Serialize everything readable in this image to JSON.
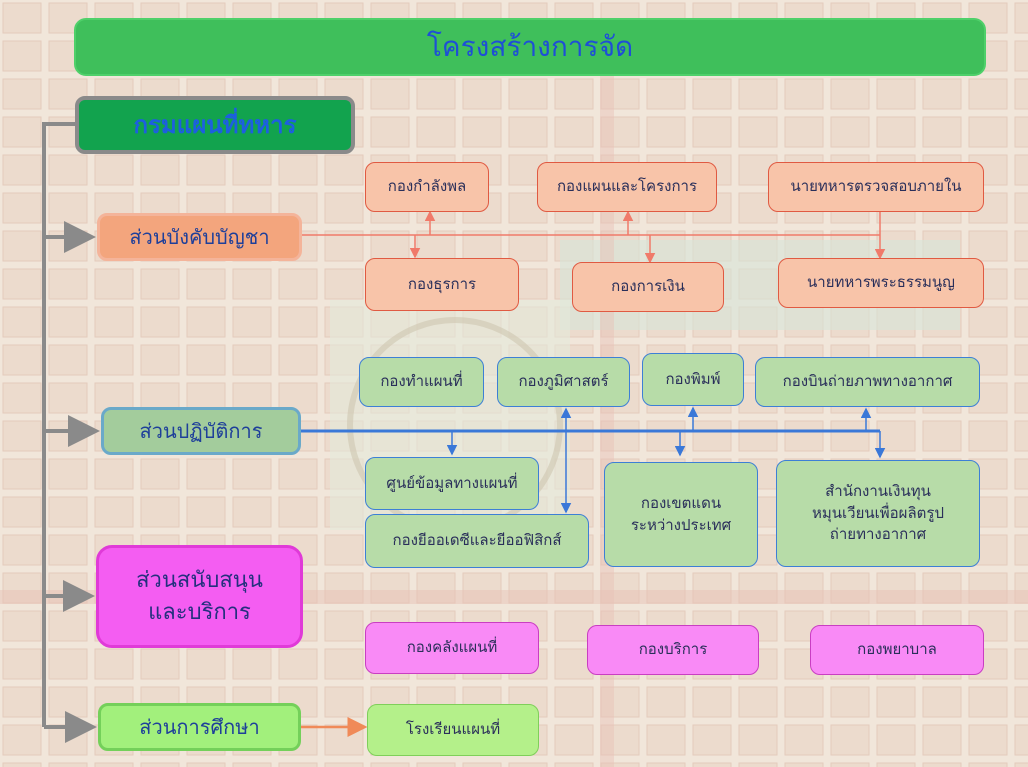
{
  "title": "โครงสร้างการจัด",
  "root": "กรมแผนที่ทหาร",
  "sections": {
    "command": "ส่วนบังคับบัญชา",
    "operations": "ส่วนปฏิบัติการ",
    "support_line1": "ส่วนสนับสนุน",
    "support_line2": "และบริการ",
    "education": "ส่วนการศึกษา"
  },
  "command_units": [
    "กองกำลังพล",
    "กองแผนและโครงการ",
    "นายทหารตรวจสอบภายใน",
    "กองธุรการ",
    "กองการเงิน",
    "นายทหารพระธรรมนูญ"
  ],
  "operations_units": [
    "กองทำแผนที่",
    "กองภูมิศาสตร์",
    "กองพิมพ์",
    "กองบินถ่ายภาพทางอากาศ",
    "ศูนย์ข้อมูลทางแผนที่",
    "กองยีออเดซีและยีออฟิสิกส์"
  ],
  "operations_units_multiline": {
    "border_line1": "กองเขตแดน",
    "border_line2": "ระหว่างประเทศ",
    "fund_line1": "สำนักงานเงินทุน",
    "fund_line2": "หมุนเวียนเพื่อผลิตรูป",
    "fund_line3": "ถ่ายทางอากาศ"
  },
  "support_units": [
    "กองคลังแผนที่",
    "กองบริการ",
    "กองพยาบาล"
  ],
  "education_units": [
    "โรงเรียนแผนที่"
  ],
  "colors": {
    "title_bar": "#3fbf5b",
    "root_box": "#12a34e",
    "command": "#f3a57d",
    "operations": "#a3cc9c",
    "support": "#f45df2",
    "education": "#a2f07c",
    "connector_command": "#f07a6a",
    "connector_operations": "#3a78d8",
    "connector_root": "#8a8a8a"
  }
}
